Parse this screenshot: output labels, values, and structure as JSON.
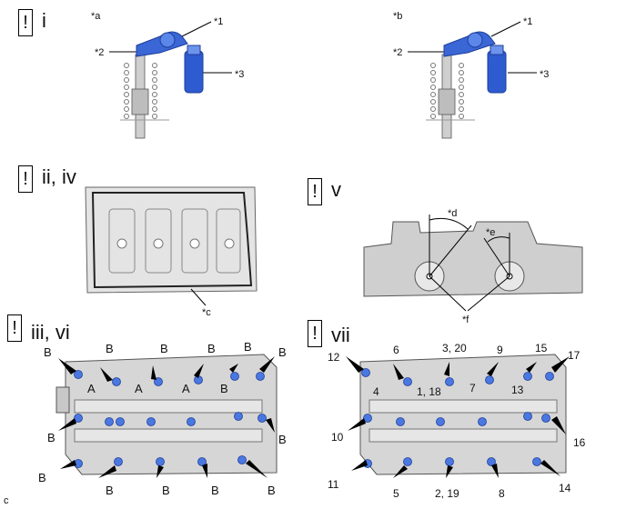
{
  "steps": [
    {
      "mark": "!",
      "label": "i"
    },
    {
      "mark": "!",
      "label": "ii, iv"
    },
    {
      "mark": "!",
      "label": "v"
    },
    {
      "mark": "!",
      "label": "iii, vi"
    },
    {
      "mark": "!",
      "label": "vii"
    }
  ],
  "callouts": {
    "a": "*a",
    "b": "*b",
    "c": "*c",
    "d": "*d",
    "e": "*e",
    "f": "*f",
    "n1": "*1",
    "n2": "*2",
    "n3": "*3"
  },
  "bolt_labels_left": {
    "B": "B",
    "A": "A"
  },
  "bolt_sequence": [
    "1, 18",
    "2, 19",
    "3, 20",
    "4",
    "5",
    "6",
    "7",
    "8",
    "9",
    "10",
    "11",
    "12",
    "13",
    "14",
    "15",
    "16",
    "17"
  ],
  "corner_code": "c",
  "colors": {
    "accent_blue": "#3a66d6",
    "bolt_blue": "#4a78e0",
    "line": "#000000",
    "casting": "#d9d9d9"
  }
}
